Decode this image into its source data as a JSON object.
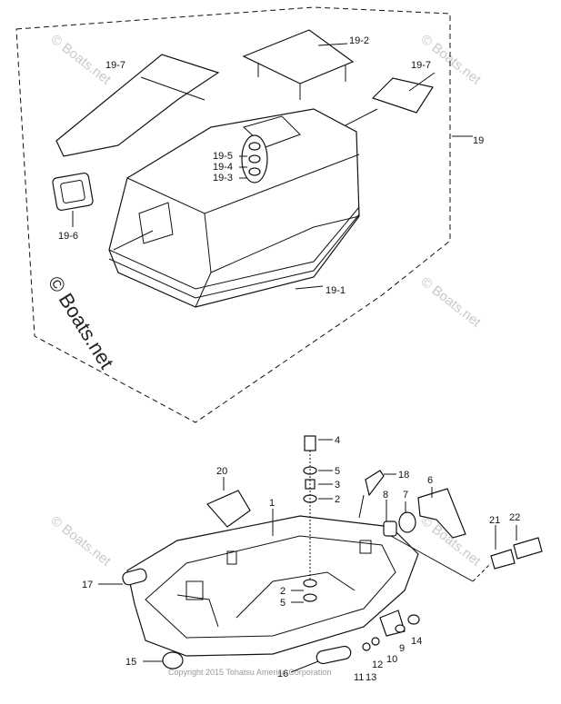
{
  "watermarks": {
    "main": "© Boats.net",
    "faint": "© Boats.net",
    "copyright": "Copyright 2015 Tohatsu America Corporation"
  },
  "upper_assembly": {
    "labels": [
      "19-7",
      "19-2",
      "19-7",
      "19",
      "19-5",
      "19-4",
      "19-3",
      "19-6",
      "19-1"
    ]
  },
  "lower_assembly": {
    "labels": [
      "4",
      "5",
      "3",
      "2",
      "20",
      "1",
      "18",
      "6",
      "7",
      "8",
      "21",
      "22",
      "17",
      "2",
      "5",
      "15",
      "16",
      "11",
      "13",
      "12",
      "10",
      "9",
      "14"
    ]
  }
}
